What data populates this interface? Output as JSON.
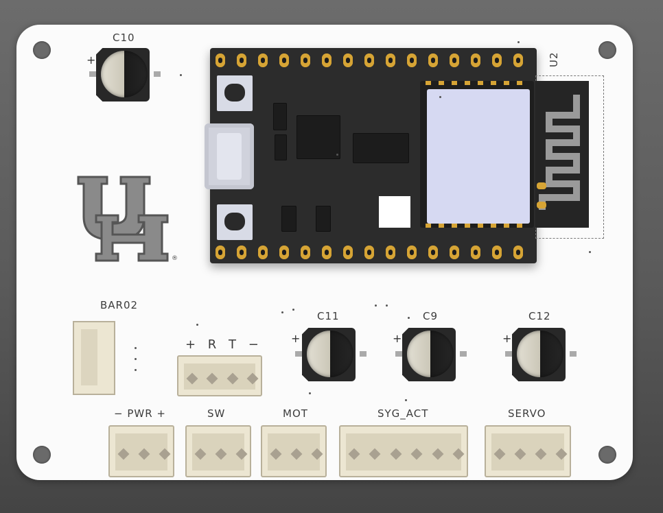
{
  "silkscreen": {
    "c10": "C10",
    "c11": "C11",
    "c9": "C9",
    "c12": "C12",
    "u2": "U2",
    "bar02": "BAR02",
    "rt_header": "+ R T −",
    "pwr": "− PWR +",
    "sw": "SW",
    "mot": "MOT",
    "syg_act": "SYG_ACT",
    "servo": "SERVO",
    "plus": "+",
    "registered": "®"
  },
  "colors": {
    "board": "#fbfbfb",
    "solder_mask": "#2c2c2c",
    "pad_gold": "#d6a435",
    "connector": "#ece6d2",
    "module_shield": "#d6d9f2"
  },
  "icons": {
    "logo": "uh-logo"
  }
}
